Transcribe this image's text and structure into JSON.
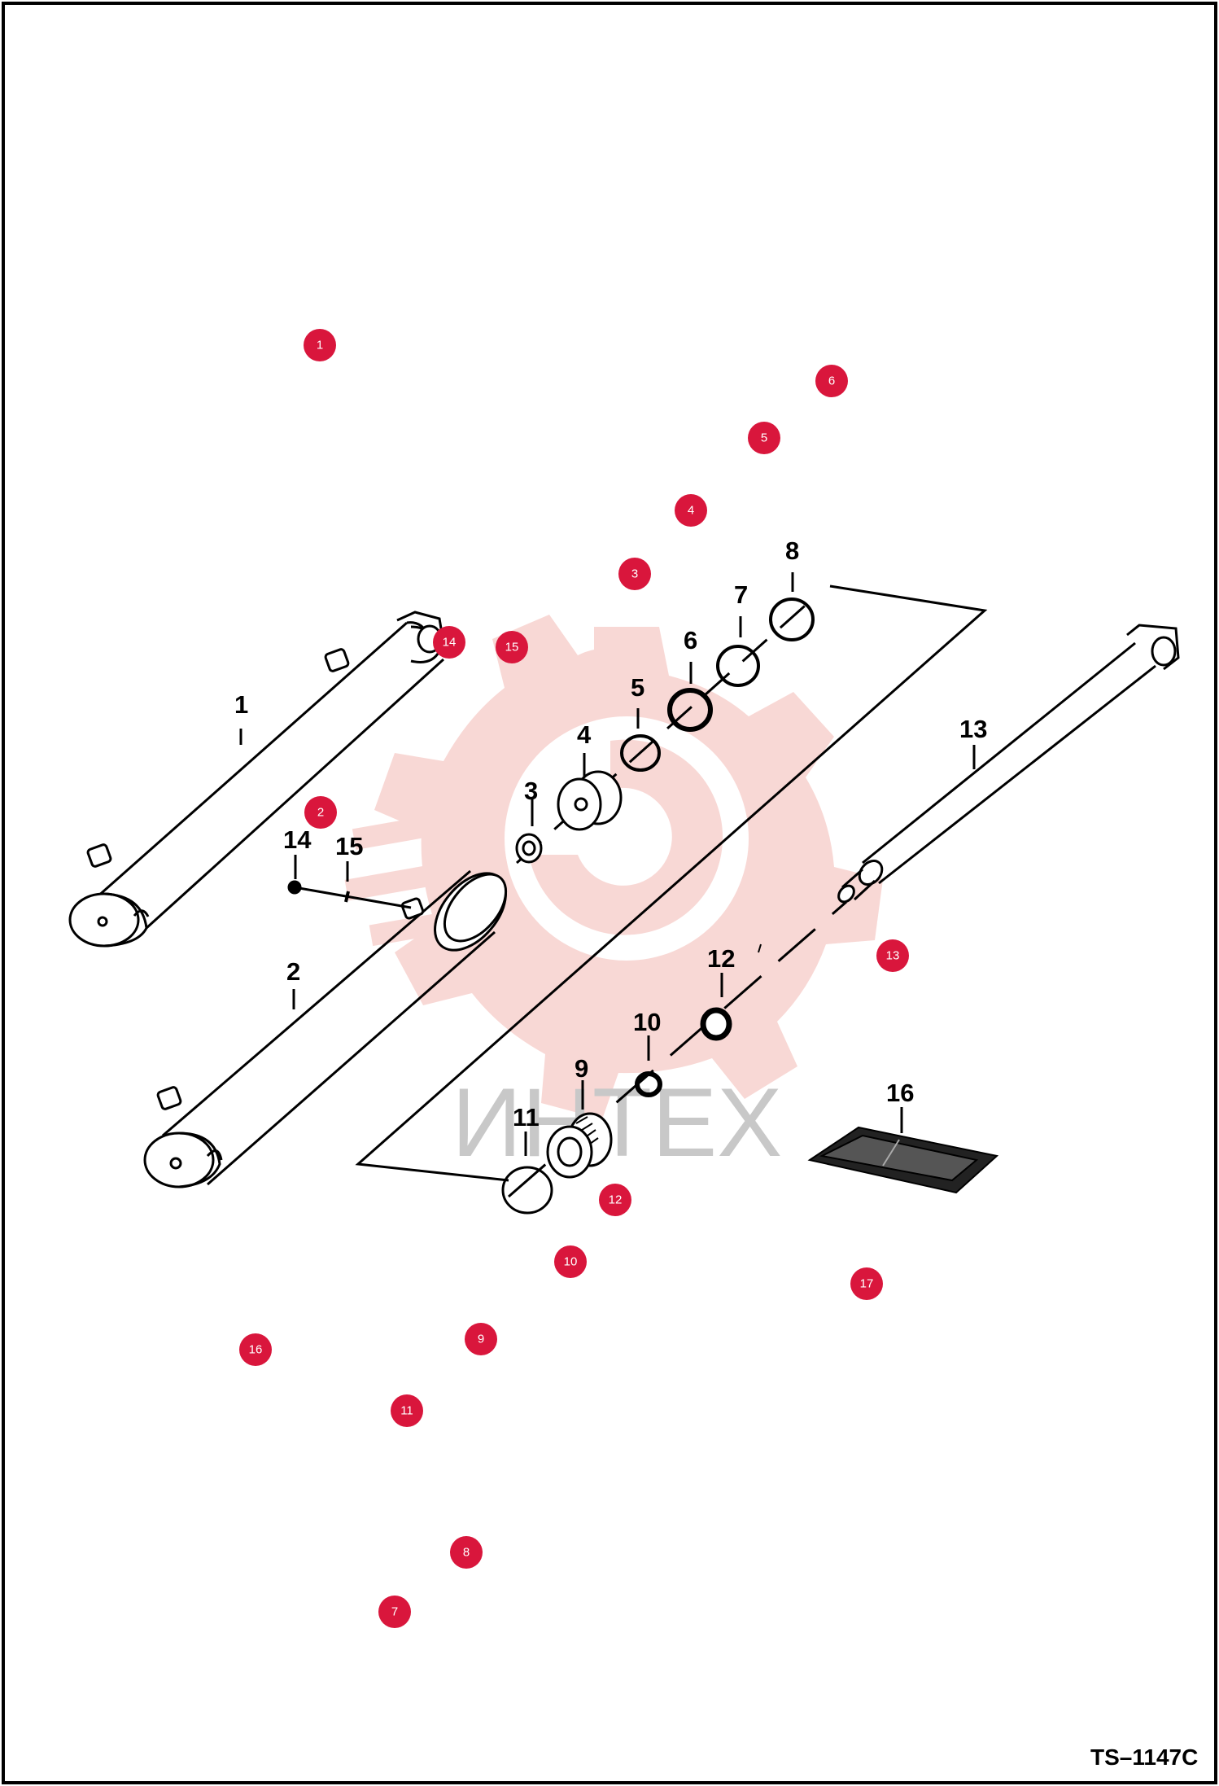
{
  "drawing": {
    "code": "TS–1147C",
    "watermark_text": "ИНТЕХ"
  },
  "callouts": [
    "1",
    "2",
    "3",
    "4",
    "5",
    "6",
    "7",
    "8",
    "9",
    "10",
    "11",
    "12",
    "13",
    "14",
    "15",
    "16"
  ],
  "hotspots": [
    "1",
    "6",
    "5",
    "4",
    "3",
    "14",
    "15",
    "2",
    "13",
    "12",
    "10",
    "17",
    "9",
    "16",
    "11",
    "8",
    "7"
  ],
  "colors": {
    "hotspot": "#d9163c",
    "line": "#000000",
    "watermark": "#f4c4c0",
    "watermark_text": "#c8c8c8"
  }
}
